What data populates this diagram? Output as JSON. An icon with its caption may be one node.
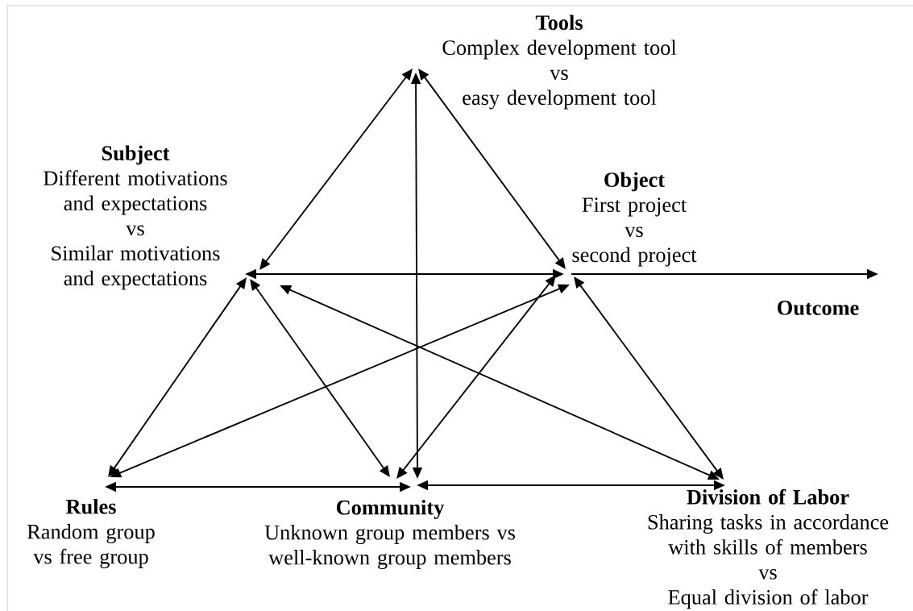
{
  "diagram": {
    "nodes": [
      {
        "text": [
          "Tools",
          "Complex development tool",
          "vs",
          "easy development tool"
        ]
      },
      {
        "text": [
          "Subject",
          "Different motivations and expectations",
          "vs",
          "Similar motivations and expectations"
        ]
      },
      {
        "text": [
          "Object",
          "First project",
          "vs",
          "second project"
        ]
      },
      {
        "text": [
          "Outcome"
        ]
      },
      {
        "text": [
          "Rules",
          "Random group vs free group"
        ]
      },
      {
        "text": [
          "Community",
          "Unknown group members vs well-known group members"
        ]
      },
      {
        "text": [
          "Division of Labor",
          "Sharing tasks in accordance with skills of members",
          "vs",
          "Equal division of labor"
        ]
      }
    ],
    "edges": [
      {
        "from": 0,
        "to": 1,
        "arrow": "both"
      },
      {
        "from": 0,
        "to": 2,
        "arrow": "both"
      },
      {
        "from": 0,
        "to": 5,
        "arrow": "both"
      },
      {
        "from": 1,
        "to": 2,
        "arrow": "both"
      },
      {
        "from": 1,
        "to": 4,
        "arrow": "both"
      },
      {
        "from": 1,
        "to": 5,
        "arrow": "both"
      },
      {
        "from": 1,
        "to": 6,
        "arrow": "both"
      },
      {
        "from": 2,
        "to": 4,
        "arrow": "both"
      },
      {
        "from": 2,
        "to": 5,
        "arrow": "both"
      },
      {
        "from": 2,
        "to": 6,
        "arrow": "both"
      },
      {
        "from": 2,
        "to": 3,
        "arrow": "to"
      },
      {
        "from": 4,
        "to": 5,
        "arrow": "both"
      },
      {
        "from": 5,
        "to": 6,
        "arrow": "both"
      }
    ]
  }
}
